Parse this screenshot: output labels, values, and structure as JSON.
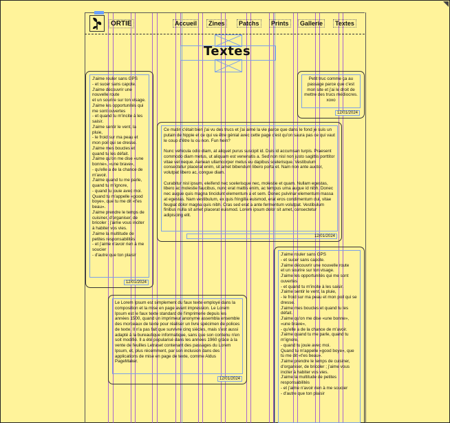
{
  "header": {
    "site_name": "ORTIE",
    "nav": [
      "Accueil",
      "Zines",
      "Patchs",
      "Prints",
      "Gallerie",
      "Textes"
    ]
  },
  "page_title": "Textes",
  "cards": {
    "left_poem": {
      "text": "J'aime rouler sans GPS\n- et sucer sans capote.\nJ'aime découvrir une nouvelle route\net un sourire sur ton visage.\nJ'aime les opportunités qui me sont ouvertes\n- et quand tu m'incite à les saisir.\nJ'aime sentir le vent, la pluie,\n- le froid sur ma peau et mon poil qui se dresse.\nJ'aime mes boucles et quand tu les défait.\nJ'aime qu'on me dise «une bonne», «une brave»,\n- qu'elle a de la chance de m'avoir.\nJ'aime quand tu me parle, quand tu m'ignore,\n- quand tu jouie avec moi.\nQuand tu m'appelle «good boye», que tu me dit «t'es beau».\nJ'aime prendre le temps de cuisiner, d'organiser, de bricoler ; j'aime vous inciter à habiter vos vies.\nJ'aime la multitude de petites responsabilités\n- et j'aime n'avoir rien à me soucier\n- d'autre que ton plaisir",
      "date": "12/01/2024"
    },
    "top_right": {
      "text": "Petit truc comme ça au passage parce que c'est mon site et j'ai le droit de mettre des trucs médiocres. xoxo",
      "date": "12/01/2024"
    },
    "center": {
      "text": "Ce matin c'était bien j'ai vu des trucs et j'ai aimé la vie parce que dans le fond je suis un putain de hippie et ce qui va être génial avec cette page c'est qu'on saura pas ce qui vaut le coup d'être lu ou non. Fun hein?\n\nNunc vehicula odio diam, at aliquet purus suscipit id. Duis id accumsan turpis. Praesent commodo diam metus, ut aliquam est venenatis a. Sed non nisl non justo sagittis porttitor vitae vel neque. Aenean ullamcorper metus eu dapibus scelerisque. Vestibulum consectetur placerat enim, sit amet bibendum libero porta et. Nam non ante auctor, volutpat libero ac, congue diam.\n\nCurabitur nisl ipsum, eleifend nec scelerisque nec, molestie et quam. Nullam egestas, libero ac molestie faucibus, nunc erat mattis enim, ac tempus urna augue id nibh. Donec nec augue quis magna tincidunt elementum a et sem. Donec pulvinar elementum massa at egestas. Nam vestibulum, ex quis fringilla euismod, erat eros condimentum dui, vitae feugiat dolor magna quis nibh. Cras sed erat a ante fermentum volutpat. Vestibulum finibus nulla sit amet placerat euismod. Lorem ipsum dolor sit amet, consectetur adipiscing elit.",
      "date": "12/01/2024"
    },
    "bottom_left": {
      "text": "Le Lorem Ipsum est simplement du faux texte employé dans la composition et la mise en page avant impression. Le Lorem Ipsum est le faux texte standard de l'imprimerie depuis les années 1500, quand un imprimeur anonyme assembla ensemble des morceaux de texte pour réaliser un livre spécimen de polices de texte. Il n'a pas fait que survivre cinq siècles, mais s'est aussi adapté à la bureautique informatique, sans que son contenu n'en soit modifié. Il a été popularisé dans les années 1960 grâce à la vente de feuilles Letraset contenant des passages du Lorem Ipsum, et, plus récemment, par son inclusion dans des applications de mise en page de texte, comme Aldus PageMaker.",
      "date": "12/01/2024"
    },
    "right_poem": {
      "text": "J'aime rouler sans GPS\n- et sucer sans capote.\nJ'aime découvrir une nouvelle route\net un sourire sur ton visage.\nJ'aime les opportunités qui me sont ouvertes\n- et quand tu m'incite à les saisir.\nJ'aime sentir le vent, la pluie,\n- le froid sur ma peau et mon poil qui se dresse.\nJ'aime mes boucles et quand tu les défait.\nJ'aime qu'on me dise «une bonne», «une brave»,\n- qu'elle a de la chance de m'avoir.\nJ'aime quand tu me parle, quand tu m'ignore,\n- quand tu jouie avec moi.\nQuand tu m'appelle «good boye», que tu me dit «t'es beau».\nJ'aime prendre le temps de cuisiner, d'organiser, de bricoler ; j'aime vous inciter à habiter vos vies.\nJ'aime la multitude de petites responsabilités\n- et j'aime n'avoir rien à me soucier\n- d'autre que ton plaisir"
    }
  }
}
